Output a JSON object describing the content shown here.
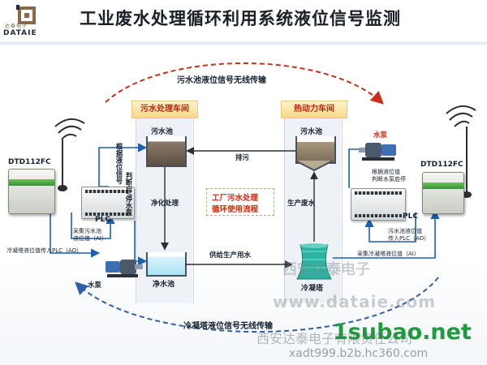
{
  "header": {
    "logo_sub": "达泰电子",
    "logo_brand": "DATAIE",
    "title": "工业废水处理循环利用系统液位信号监测"
  },
  "wireless": {
    "top_label": "污水池液位信号无线传输",
    "bottom_label": "冷凝塔液位信号无线传输"
  },
  "left_device": {
    "name": "DTD112FC"
  },
  "right_device": {
    "name": "DTD112FC"
  },
  "left_plc": {
    "label": "PLC",
    "vtext_1": "根据液位信号",
    "vtext_2": "判断启/停水泵",
    "collect_line1": "采集污水池",
    "collect_line2": "液位值（AI）",
    "output_note": "冷凝塔液位值传入PLC（AO）",
    "pump_label": "水泵"
  },
  "right_plc": {
    "label": "PLC",
    "judge_line1": "根据液位值",
    "judge_line2": "判断水泵启停",
    "input_line1": "污水池液位值",
    "input_line2": "传入PLC（AO）",
    "collect_note": "采集冷凝塔液位值（AI）",
    "pump_label": "水泵"
  },
  "sewage_workshop": {
    "title": "污水处理车间",
    "sewage_pool": "污水池",
    "purify": "净化处理",
    "clean_pool": "净水池"
  },
  "power_workshop": {
    "title": "热动力车间",
    "sewage_pool": "污水池",
    "production_wastewater": "生产废水",
    "cooling_tower": "冷凝塔"
  },
  "center": {
    "discharge": "排污",
    "supply": "供给生产用水",
    "flow_line1": "工厂污水处理",
    "flow_line2": "循环使用流程"
  },
  "watermarks": {
    "cn_company_short": "西安达泰电子",
    "domain": "www.dataie.com",
    "site": "1subao.net",
    "company_full": "西安达泰电子有限责任公司",
    "bottom_url": "xadt999.b2b.hc360.com"
  },
  "colors": {
    "accent_red": "#d02a10",
    "flow_blue": "#1f5fae",
    "arrow_blue": "#2e5fa8",
    "arrow_red": "#c8301a",
    "header_yellow": "#f7d987"
  }
}
